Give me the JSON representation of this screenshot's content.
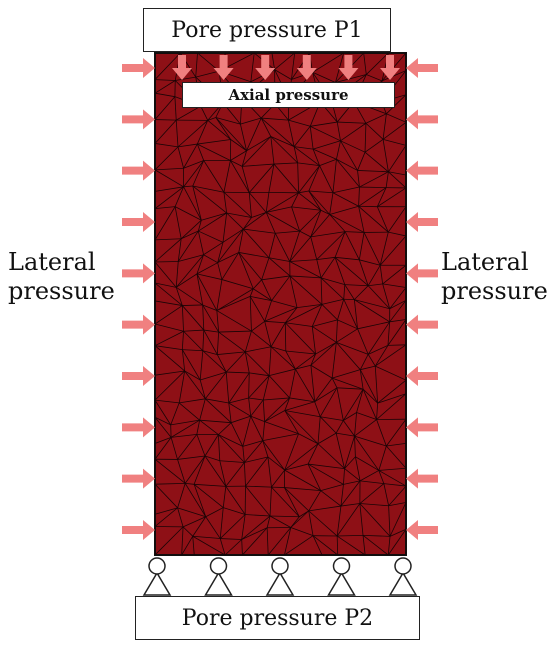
{
  "labels": {
    "top": "Pore pressure P1",
    "bottom": "Pore pressure P2",
    "axial": "Axial pressure",
    "lateral_left_line1": "Lateral",
    "lateral_left_line2": "pressure",
    "lateral_right_line1": "Lateral",
    "lateral_right_line2": "pressure"
  },
  "colors": {
    "specimen": "#8e1016",
    "mesh": "#1a0406",
    "arrow": "#f08080",
    "outline": "#222222"
  },
  "counts": {
    "axial_arrows": 6,
    "lateral_arrows_per_side": 10,
    "supports": 5
  }
}
